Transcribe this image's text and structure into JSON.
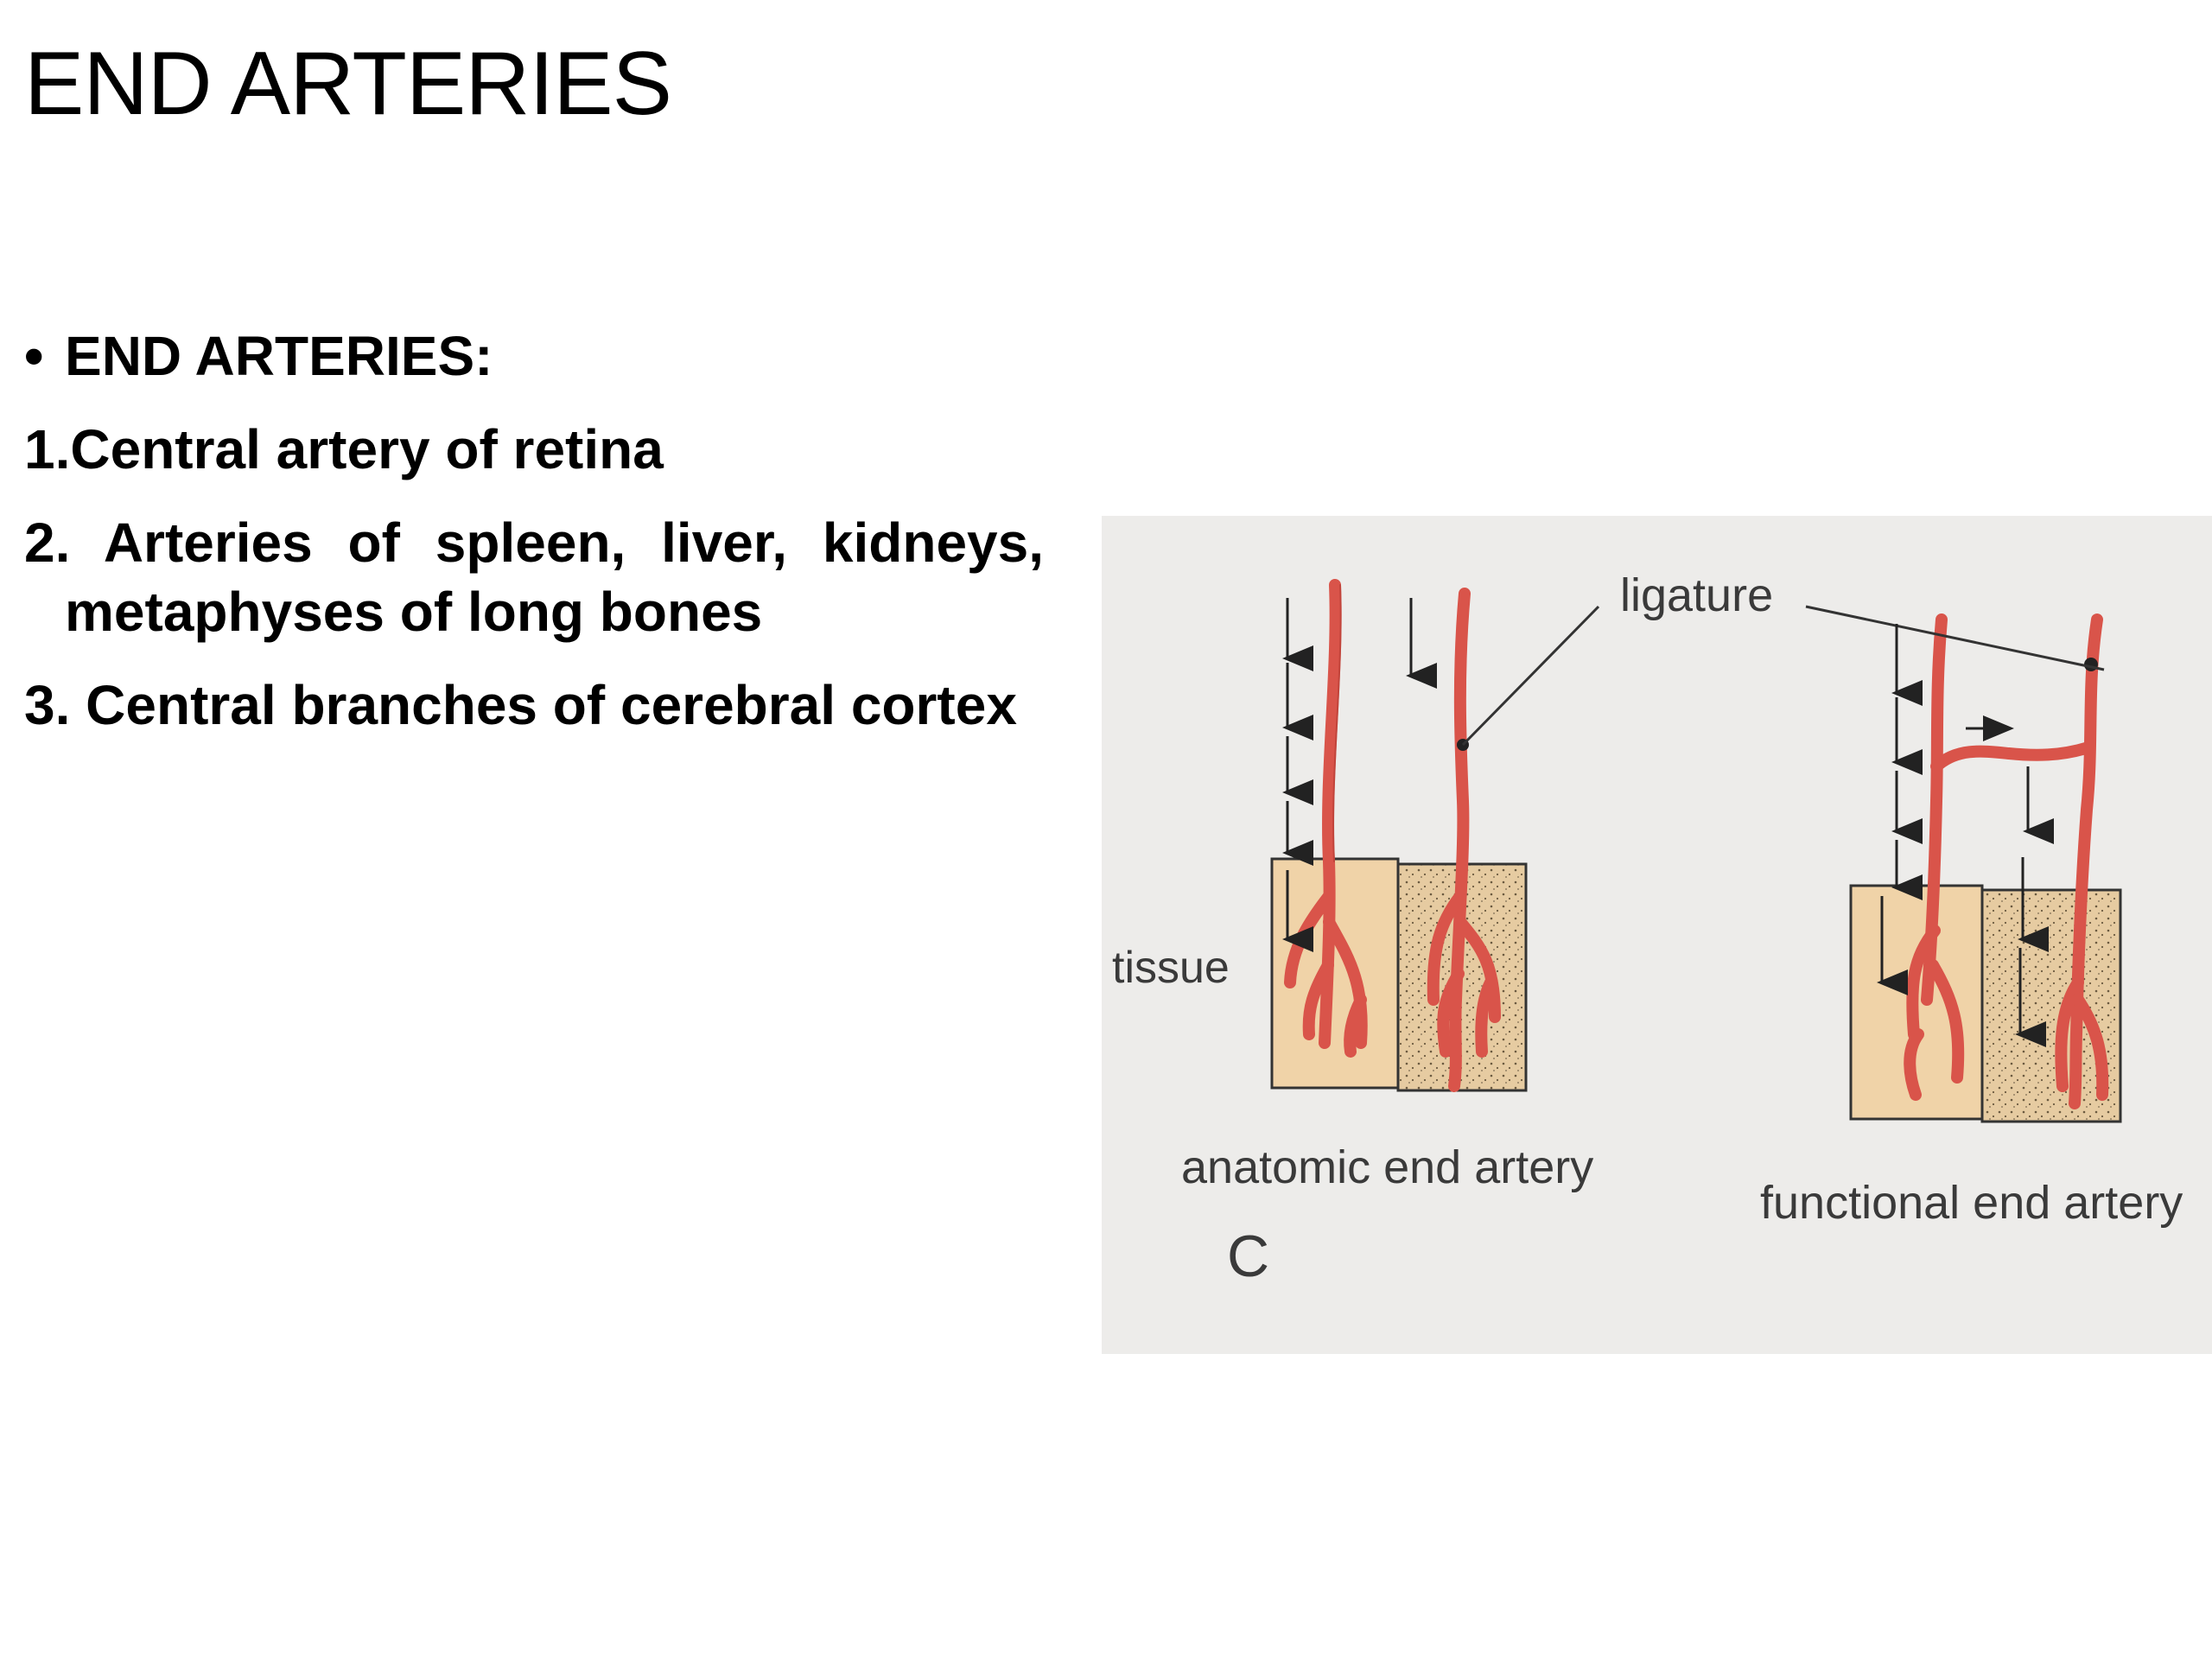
{
  "slide": {
    "title": "END ARTERIES",
    "bullet_heading": "END ARTERIES:",
    "items": [
      "1.Central artery of retina",
      "2. Arteries of spleen, liver, kidneys, metaphyses of long bones",
      "3. Central branches of cerebral cortex"
    ]
  },
  "figure": {
    "label_ligature": "ligature",
    "label_tissue": "tissue",
    "label_anatomic": "anatomic end artery",
    "label_functional": "functional end artery",
    "label_panel": "C",
    "colors": {
      "artery": "#d9544a",
      "artery_edge": "#b23a32",
      "tissue": "#f0d3a8",
      "tissue_dotted": "#e8cda4",
      "photo_bg": "#f1f0ee"
    }
  }
}
